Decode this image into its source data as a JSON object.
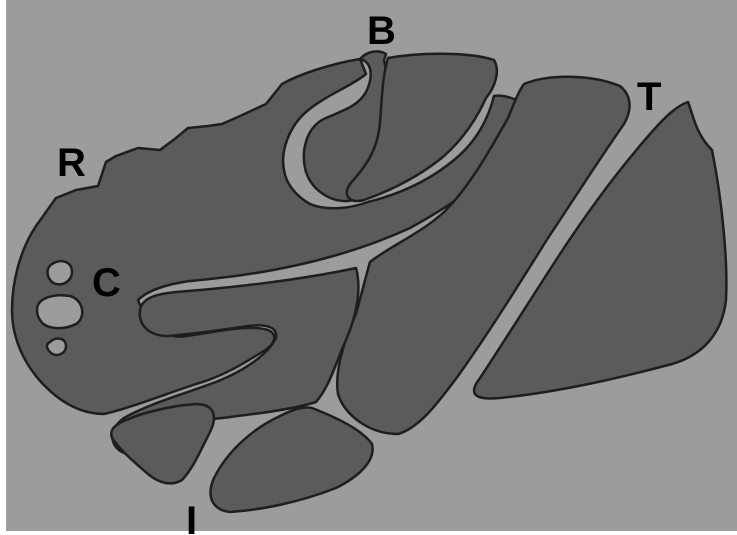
{
  "labels": {
    "b": "B",
    "t": "T",
    "r": "R",
    "c": "C",
    "i": "I"
  },
  "colors": {
    "background": "#9c9c9c",
    "region_fill": "#5b5b5b",
    "outline": "#1e1e1e",
    "label": "#000000",
    "frame": "#ffffff"
  }
}
